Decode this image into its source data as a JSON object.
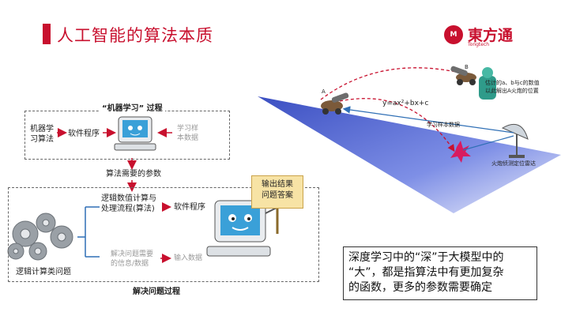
{
  "title": "人工智能的算法本质",
  "logo": {
    "mark": "M",
    "name": "東方通",
    "sub": "Tongtech"
  },
  "top_section": {
    "heading": "“机器学习” 过程",
    "left_label": [
      "机器学",
      "习算法"
    ],
    "middle_label": "软件程序",
    "right_label": [
      "学习样",
      "本数据"
    ]
  },
  "params_label": "算法需要的参数",
  "bottom_section": {
    "logic_label": [
      "逻辑数值计算与",
      "处理流程(算法)"
    ],
    "software_label": "软件程序",
    "info_label": [
      "解决问题需要",
      "的信息/数据"
    ],
    "input_label": "输入数据",
    "gears_label": "逻辑计算类问题",
    "sign": [
      "输出结果",
      "问题答案"
    ],
    "caption": "解决问题过程"
  },
  "diagram": {
    "point_a": "A",
    "point_b": "B",
    "equation": "y=ax²+bx+c",
    "estimate_note": [
      "估计的a、b与c的数值",
      "以此解出A火炮的位置"
    ],
    "sample_label": "学习样本数据",
    "radar_label": "火炮侦测定位雷达"
  },
  "summary": [
    "深度学习中的“深”于大模型中的",
    "“大”，都是指算法中有更加复杂",
    "的函数，更多的参数需要确定"
  ],
  "colors": {
    "accent": "#c8102e",
    "wedge": "#5b6fd6"
  }
}
